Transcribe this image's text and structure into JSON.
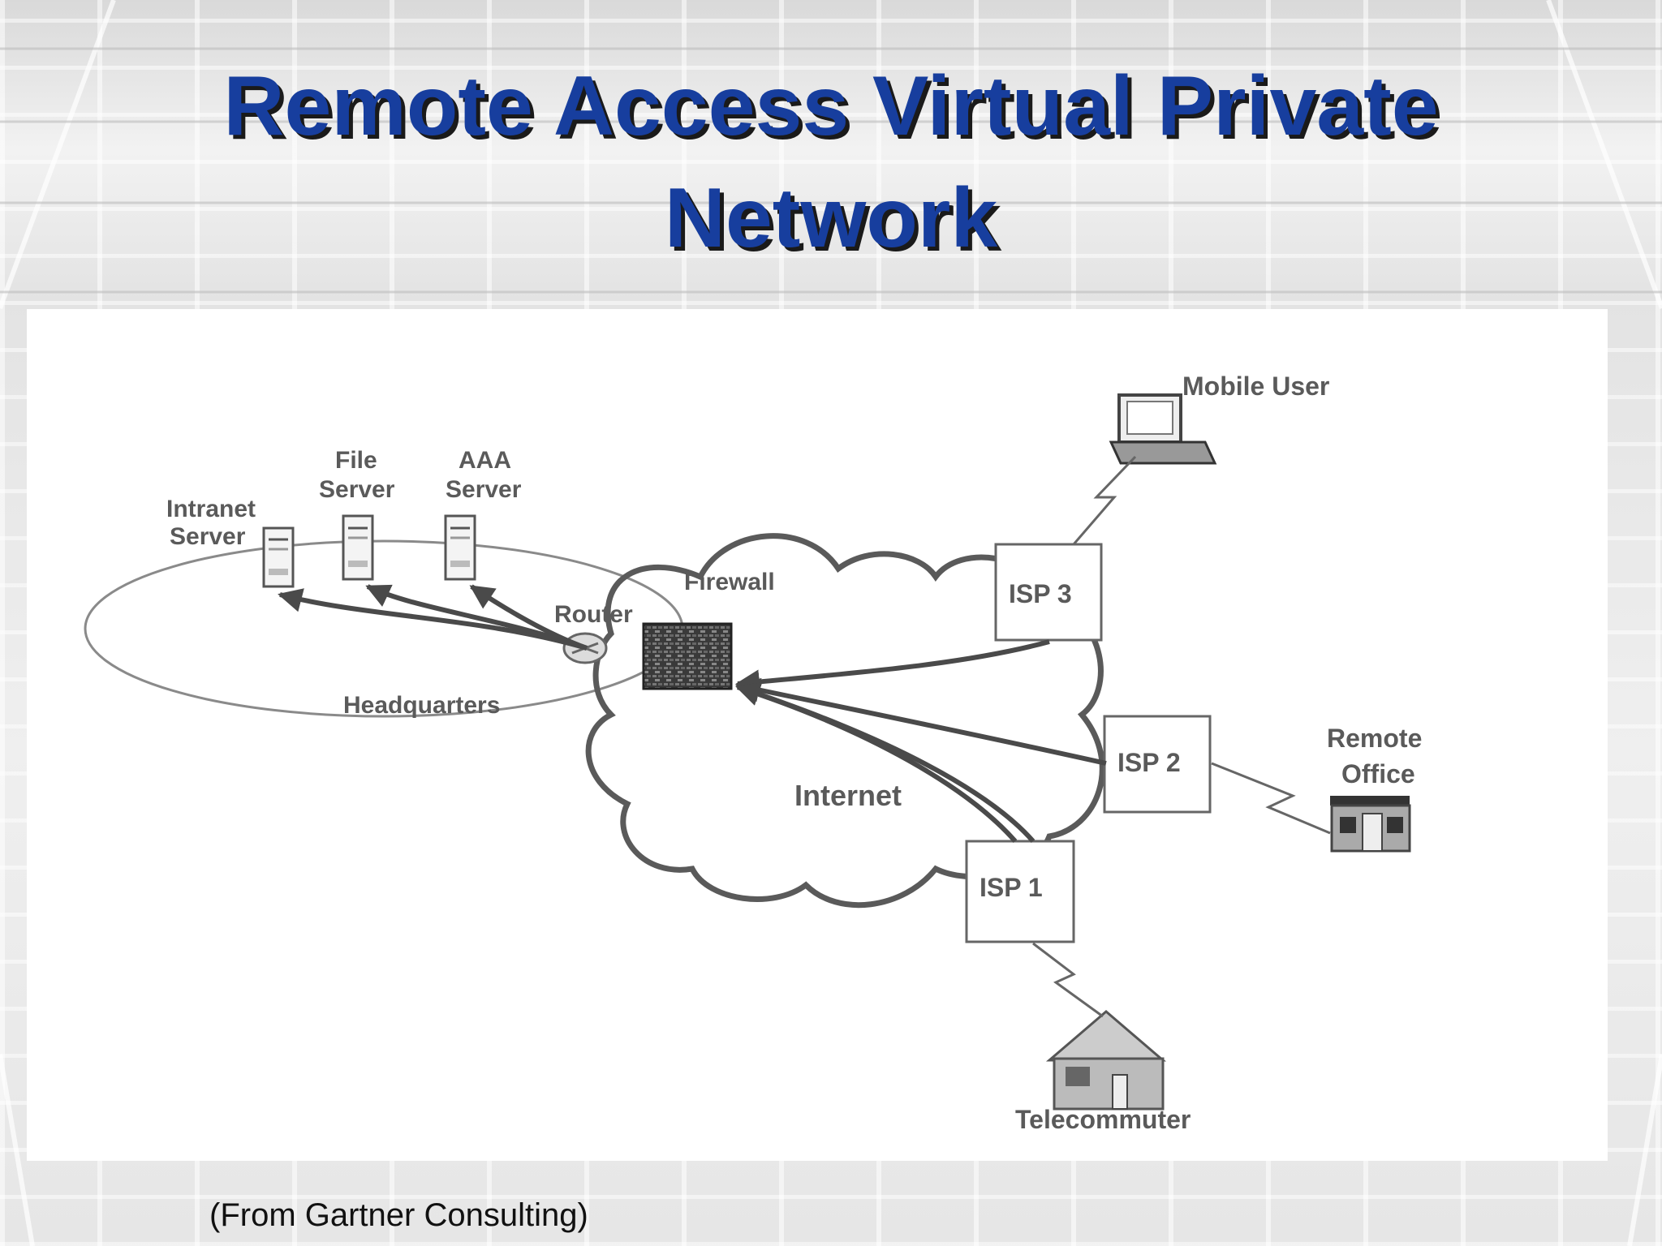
{
  "slide": {
    "title_line1": "Remote Access Virtual Private",
    "title_line2": "Network",
    "caption": "(From Gartner Consulting)"
  },
  "diagram": {
    "intranet_server_line1": "Intranet",
    "intranet_server_line2": "Server",
    "file_server_line1": "File",
    "file_server_line2": "Server",
    "aaa_server_line1": "AAA",
    "aaa_server_line2": "Server",
    "router": "Router",
    "firewall": "Firewall",
    "headquarters": "Headquarters",
    "internet": "Internet",
    "isp3": "ISP 3",
    "isp2": "ISP 2",
    "isp1": "ISP 1",
    "mobile_user": "Mobile User",
    "remote_office_line1": "Remote",
    "remote_office_line2": "Office",
    "telecommuter": "Telecommuter"
  }
}
